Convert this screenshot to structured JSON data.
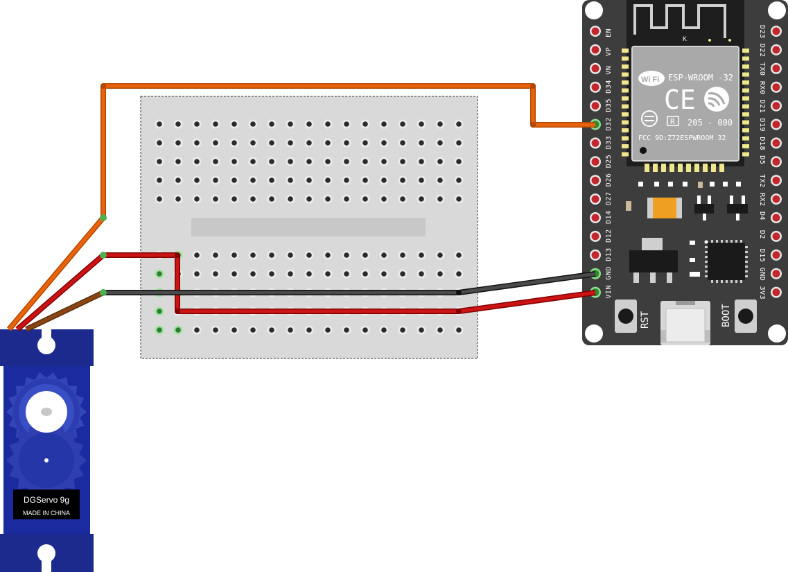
{
  "colors": {
    "background": "#ffffff",
    "breadboard": "#d9d9d9",
    "breadboard_hole": "#2b2b2b",
    "board": "#3d3d3d",
    "pin": "#c1272d",
    "pin_active": "#4caf50",
    "servo": "#1b2a8c",
    "wire_signal": "#e8640c",
    "wire_power": "#cc1414",
    "wire_ground": "#2e2e2e",
    "wire_servo_ground": "#8b4513"
  },
  "esp32": {
    "module_name": "ESP-WROOM -32",
    "wifi_logo": "Wi Fi",
    "ce_mark": "CE",
    "antenna_letter": "K",
    "cert_r": "R",
    "cert_number": "205 - 000",
    "fcc_text": "FCC 9D:Z72ESPWROOM 32",
    "button_rst": "RST",
    "button_boot": "BOOT",
    "left_pins": [
      "EN",
      "VP",
      "VN",
      "D34",
      "D35",
      "D32",
      "D33",
      "D25",
      "D26",
      "D27",
      "D14",
      "D12",
      "D13",
      "GND",
      "VIN"
    ],
    "right_pins": [
      "D23",
      "D22",
      "TX0",
      "RX0",
      "D21",
      "D19",
      "D18",
      "D5",
      "TX2",
      "RX2",
      "D4",
      "D2",
      "D15",
      "GND",
      "3V3"
    ]
  },
  "servo": {
    "brand": "DGServo 9g",
    "origin": "MADE IN CHINA"
  },
  "breadboard": {
    "columns": 17,
    "top_rows": 5,
    "bottom_rows": 5
  },
  "connections": [
    {
      "from": "servo.signal",
      "to": "esp32.D32",
      "color": "orange"
    },
    {
      "from": "servo.power",
      "to": "breadboard.power_rail",
      "color": "red"
    },
    {
      "from": "servo.ground",
      "to": "breadboard.ground_rail",
      "color": "brown"
    },
    {
      "from": "breadboard.ground_rail",
      "to": "esp32.GND",
      "color": "black"
    },
    {
      "from": "breadboard.power_rail",
      "to": "esp32.VIN",
      "color": "red"
    }
  ]
}
